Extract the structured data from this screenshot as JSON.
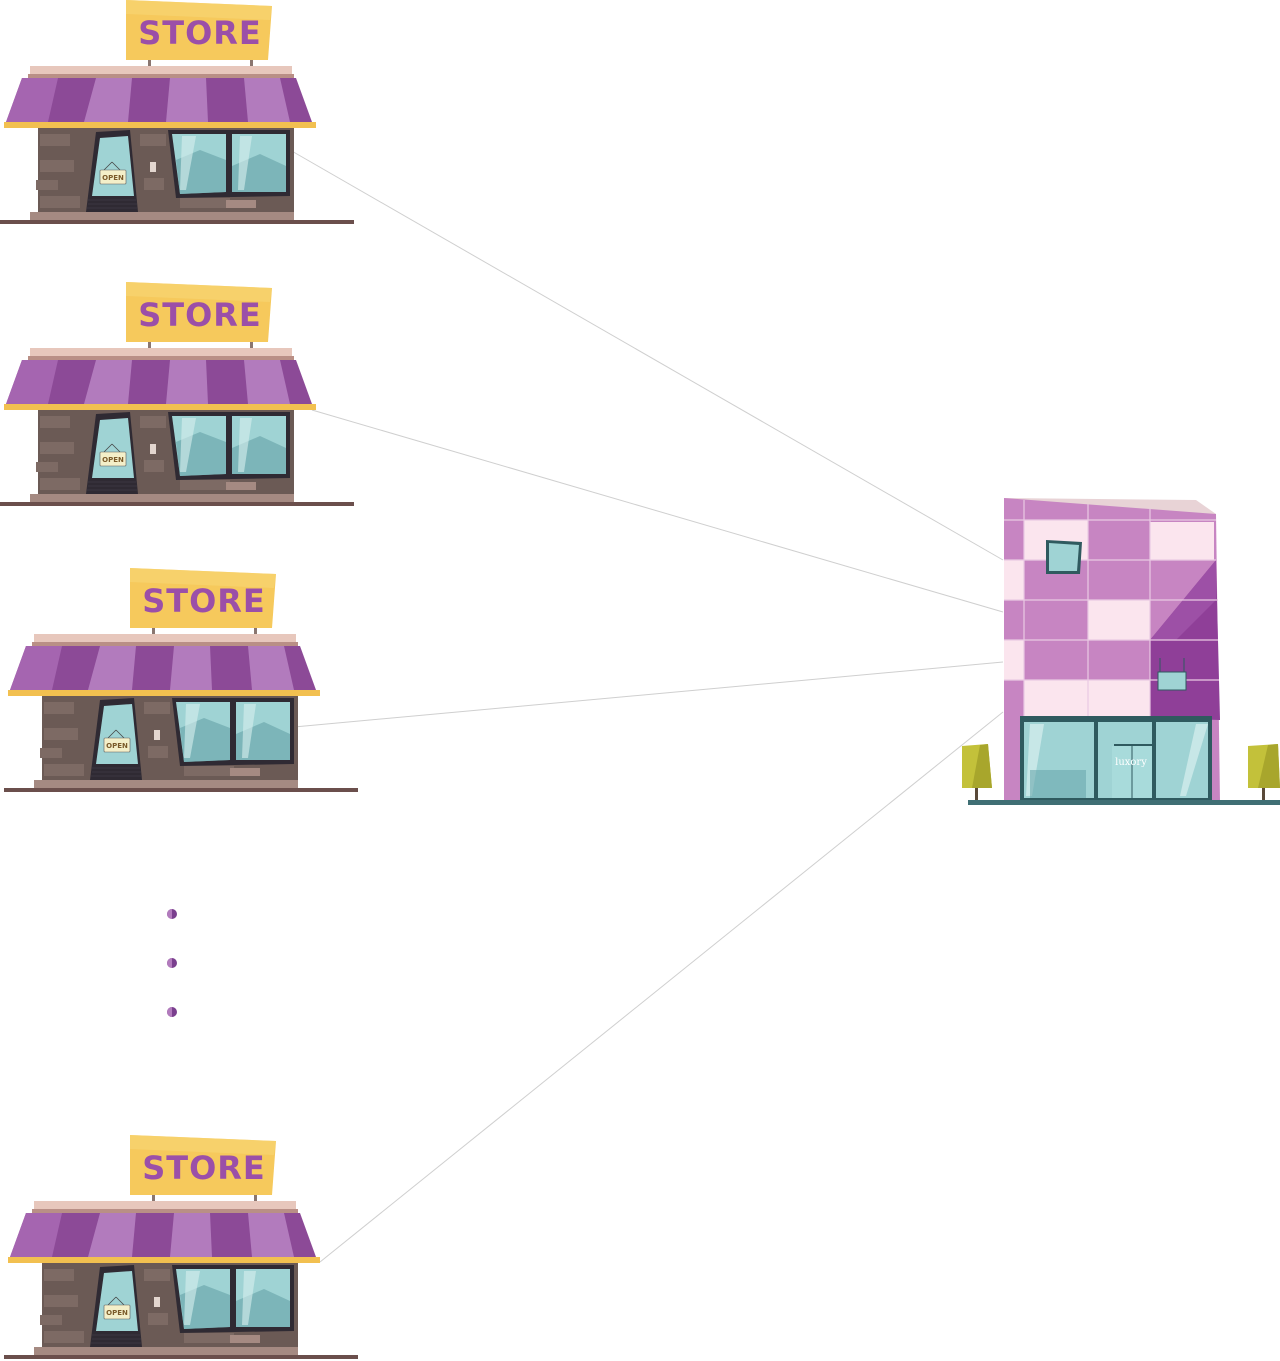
{
  "stores": [
    {
      "sign": "STORE",
      "door_sign": "OPEN"
    },
    {
      "sign": "STORE",
      "door_sign": "OPEN"
    },
    {
      "sign": "STORE",
      "door_sign": "OPEN"
    },
    {
      "sign": "STORE",
      "door_sign": "OPEN"
    }
  ],
  "mall": {
    "door_label": "luxory"
  },
  "ellipsis_dot_count": 3,
  "colors": {
    "awning_dark": "#8c4a97",
    "awning_light": "#b27bbd",
    "sign_bg": "#f6c95c",
    "sign_text": "#9b4fa8",
    "awning_trim": "#f2c050",
    "brick": "#6b5a55",
    "brick_light": "#8a7670",
    "glass": "#9fd3d4",
    "glass_dark": "#5f9da3",
    "ground": "#6b4f4c",
    "connector_line": "#cfcfcf",
    "dot": "#7a3f8e",
    "mall_pink": "#c785c2",
    "mall_light": "#fbe5ee",
    "mall_dark": "#8f3f98",
    "tree": "#c3c13a",
    "mall_base": "#3f6f74"
  }
}
